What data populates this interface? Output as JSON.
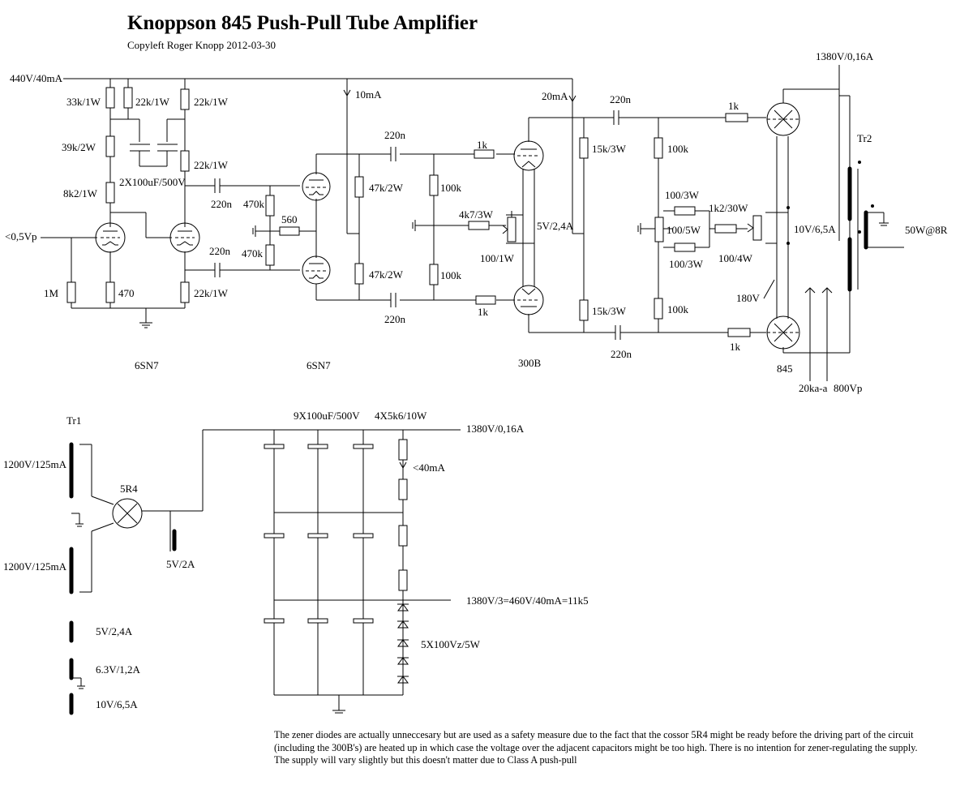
{
  "title": "Knoppson 845 Push-Pull Tube Amplifier",
  "subtitle": "Copyleft Roger Knopp 2012-03-30",
  "labels": {
    "b_plus_440": "440V/40mA",
    "r_33k": "33k/1W",
    "r_22k_a": "22k/1W",
    "r_22k_b": "22k/1W",
    "r_39k": "39k/2W",
    "r_22k_c": "22k/1W",
    "caps_2x100": "2X100uF/500V",
    "r_8k2": "8k2/1W",
    "input": "<0,5Vp",
    "r_1M": "1M",
    "r_470": "470",
    "r_22k_d": "22k/1W",
    "c_220n_a": "220n",
    "c_220n_b": "220n",
    "r_470k_a": "470k",
    "r_560": "560",
    "r_470k_b": "470k",
    "i_10mA": "10mA",
    "c_220n_c": "220n",
    "r_47k_a": "47k/2W",
    "r_100k_a": "100k",
    "r_47k_b": "47k/2W",
    "r_100k_b": "100k",
    "c_220n_d": "220n",
    "r_1k_a": "1k",
    "r_1k_b": "1k",
    "r_4k7": "4k7/3W",
    "r_100_1w": "100/1W",
    "fil_300b": "5V/2,4A",
    "i_20mA": "20mA",
    "c_220n_e": "220n",
    "c_220n_f": "220n",
    "r_15k_a": "15k/3W",
    "r_15k_b": "15k/3W",
    "r_100k_c": "100k",
    "r_100k_d": "100k",
    "r_100_3w_a": "100/3W",
    "r_100_5w": "100/5W",
    "r_100_3w_b": "100/3W",
    "r_1k2": "1k2/30W",
    "r_100_4w": "100/4W",
    "r_1k_c": "1k",
    "r_1k_d": "1k",
    "fil_845": "10V/6,5A",
    "v_180": "180V",
    "b_plus_1380_top": "1380V/0,16A",
    "tr2": "Tr2",
    "out_50w": "50W@8R",
    "ka_20": "20ka-a",
    "vp_800": "800Vp",
    "tube_6sn7_a": "6SN7",
    "tube_6sn7_b": "6SN7",
    "tube_300b": "300B",
    "tube_845": "845",
    "tr1": "Tr1",
    "tr1_sec_a": "1200V/125mA",
    "tr1_sec_b": "1200V/125mA",
    "rect_5r4": "5R4",
    "fil_5r4": "5V/2A",
    "caps_9x": "9X100uF/500V",
    "res_4x": "4X5k6/10W",
    "b_plus_1380_ps": "1380V/0,16A",
    "i_40mA": "<40mA",
    "b_plus_460": "1380V/3=460V/40mA=11k5",
    "zeners": "5X100Vz/5W",
    "w_5v": "5V/2,4A",
    "w_6v3": "6.3V/1,2A",
    "w_10v": "10V/6,5A"
  },
  "note": "The zener diodes are actually unneccesary but are used as a safety measure due to the fact that the cossor 5R4 might be ready before the driving part of the circuit (including the 300B's) are heated up in which case the voltage over the adjacent capacitors might be too high. There is no intention for zener-regulating the supply. The supply will vary slightly but this doesn't matter due to Class A push-pull"
}
